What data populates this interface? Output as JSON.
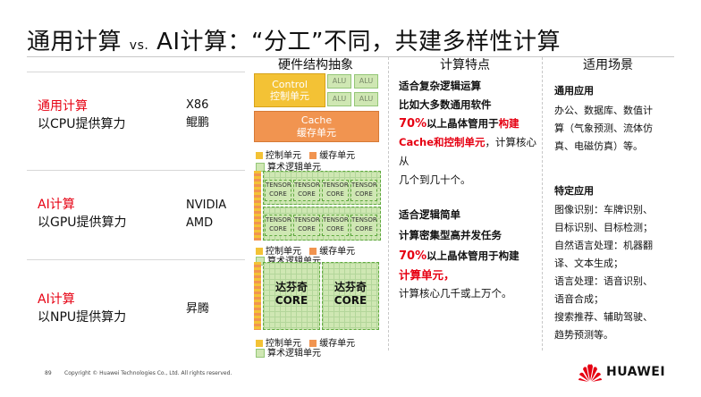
{
  "title": {
    "part1": "通用计算",
    "vs": "vs.",
    "part2": "AI计算：“分工”不同，共建多样性计算"
  },
  "columns": {
    "hardware": "硬件结构抽象",
    "features": "计算特点",
    "scenes": "适用场景"
  },
  "rows": [
    {
      "type": "通用计算",
      "desc": "以CPU提供算力",
      "chip_line1": "X86",
      "chip_line2": "鲲鹏"
    },
    {
      "type": "AI计算",
      "desc": "以GPU提供算力",
      "chip_line1": "NVIDIA",
      "chip_line2": "AMD"
    },
    {
      "type": "AI计算",
      "desc": "以NPU提供算力",
      "chip_line1": "昇腾",
      "chip_line2": ""
    }
  ],
  "cpu_diagram": {
    "control_en": "Control",
    "control_cn": "控制单元",
    "alu": "ALU",
    "cache_en": "Cache",
    "cache_cn": "缓存单元"
  },
  "gpu_diagram": {
    "tensor_l1": "TENSOR",
    "tensor_l2": "CORE"
  },
  "npu_diagram": {
    "core_l1": "达芬奇",
    "core_l2": "CORE"
  },
  "legend": {
    "control": "控制单元",
    "cache": "缓存单元",
    "alu": "算术逻辑单元"
  },
  "features_cpu": {
    "line1": "适合复杂逻辑运算",
    "line2": "比如大多数通用软件",
    "line3_red": "70%",
    "line3_rest": "以上晶体管用于",
    "line3_red2": "构建",
    "line4_red": "Cache和控制单元",
    "line4_rest": "，计算核心从",
    "line5": "几个到几十个。"
  },
  "features_ai": {
    "line1": "适合逻辑简单",
    "line2": "计算密集型高并发任务",
    "line3_red": "70%",
    "line3_rest": "以上晶体管用于构建",
    "line4_red": "计算单元，",
    "line5": "计算核心几千或上万个。"
  },
  "scenes_general": {
    "head": "通用应用",
    "lines": [
      "办公、数据库、数值计",
      "算（气象预测、流体仿",
      "真、电磁仿真）等。"
    ]
  },
  "scenes_specific": {
    "head": "特定应用",
    "lines": [
      "图像识别：车牌识别、",
      "目标识别、目标检测；",
      "自然语言处理：机器翻",
      "译、文本生成；",
      "语言处理：语音识别、",
      "语音合成；",
      "搜索推荐、辅助驾驶、",
      "趋势预测等。"
    ]
  },
  "footer": {
    "page": "89",
    "copyright": "Copyright © Huawei Technologies Co., Ltd. All rights reserved."
  },
  "logo": {
    "text": "HUAWEI"
  },
  "colors": {
    "red": "#e60012",
    "yellow": "#f3c235",
    "orange": "#f19450",
    "green": "#cfe7b3"
  }
}
